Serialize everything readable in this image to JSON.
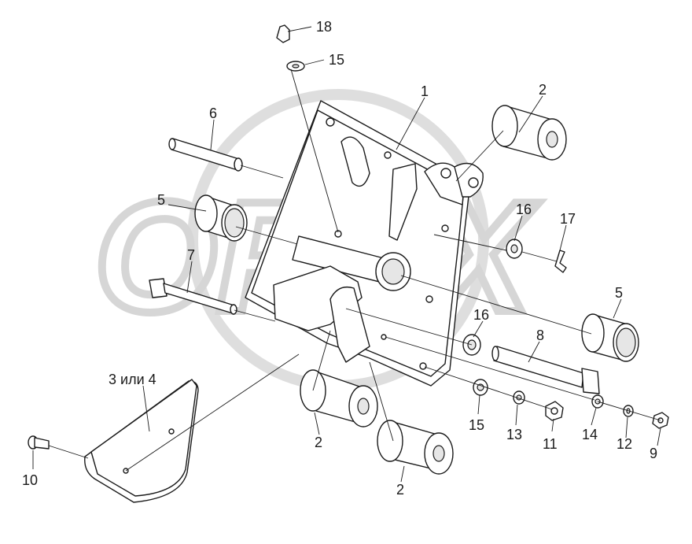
{
  "diagram": {
    "watermark": "OPEX",
    "callouts": [
      {
        "id": "c1",
        "text": "1"
      },
      {
        "id": "c2a",
        "text": "2"
      },
      {
        "id": "c2b",
        "text": "2"
      },
      {
        "id": "c2c",
        "text": "2"
      },
      {
        "id": "c3",
        "text": "3 или 4"
      },
      {
        "id": "c5a",
        "text": "5"
      },
      {
        "id": "c5b",
        "text": "5"
      },
      {
        "id": "c6",
        "text": "6"
      },
      {
        "id": "c7",
        "text": "7"
      },
      {
        "id": "c8",
        "text": "8"
      },
      {
        "id": "c9",
        "text": "9"
      },
      {
        "id": "c10",
        "text": "10"
      },
      {
        "id": "c11",
        "text": "11"
      },
      {
        "id": "c12",
        "text": "12"
      },
      {
        "id": "c13",
        "text": "13"
      },
      {
        "id": "c14",
        "text": "14"
      },
      {
        "id": "c15a",
        "text": "15"
      },
      {
        "id": "c15b",
        "text": "15"
      },
      {
        "id": "c16a",
        "text": "16"
      },
      {
        "id": "c16b",
        "text": "16"
      },
      {
        "id": "c17",
        "text": "17"
      },
      {
        "id": "c18",
        "text": "18"
      }
    ]
  }
}
